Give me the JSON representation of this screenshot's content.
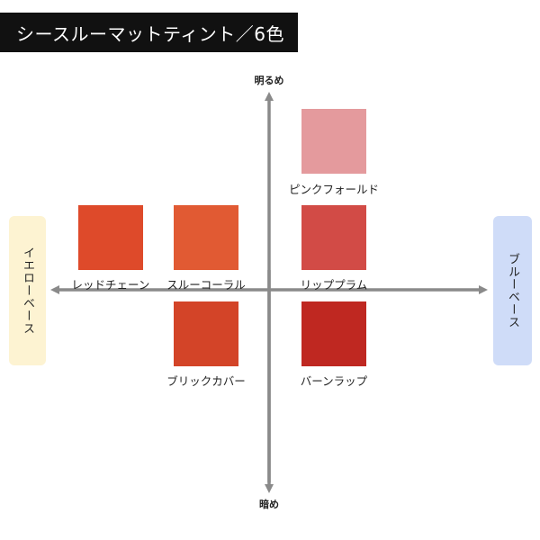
{
  "title": "シースルーマットティント／6色",
  "axes": {
    "top_label": "明るめ",
    "bottom_label": "暗め",
    "left_label": "イエローベース",
    "right_label": "ブルーベース",
    "color": "#8a8a8a"
  },
  "side_boxes": {
    "left_bg": "#fdf3d2",
    "right_bg": "#cfdcf8"
  },
  "swatches": [
    {
      "name": "ピンクフォールド",
      "color": "#e49a9d"
    },
    {
      "name": "レッドチェーン",
      "color": "#de4a2a"
    },
    {
      "name": "スルーコーラル",
      "color": "#e15a33"
    },
    {
      "name": "リッププラム",
      "color": "#d24b46"
    },
    {
      "name": "ブリックカバー",
      "color": "#d34428"
    },
    {
      "name": "バーンラップ",
      "color": "#bf2821"
    }
  ]
}
